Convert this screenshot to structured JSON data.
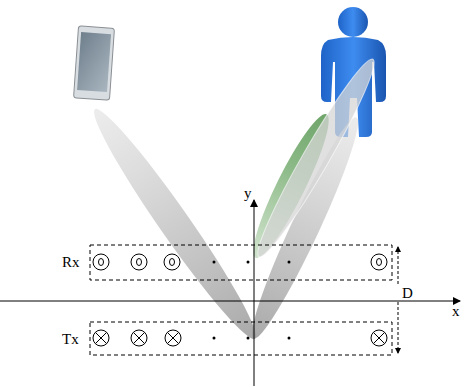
{
  "diagram": {
    "labels": [
      "y",
      "Rx",
      "D",
      "x",
      "Tx"
    ]
  }
}
